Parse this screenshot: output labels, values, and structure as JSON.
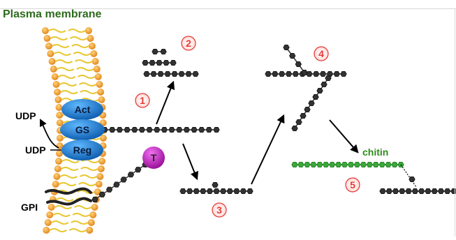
{
  "title": "Plasma membrane",
  "colors": {
    "title": "#2e6b1e",
    "lipid_head": "#f39a2b",
    "lipid_tail": "#e8c832",
    "protein": "#1e7fd8",
    "sugar": "#333333",
    "chitin": "#3aa83a",
    "chitin_label": "#2e8b1e",
    "badge": "#e53935",
    "transferase": "#c020c0"
  },
  "complex": {
    "act_label": "Act",
    "gs_label": "GS",
    "reg_label": "Reg"
  },
  "labels": {
    "udp_top": "UDP",
    "udp_bottom": "UDP",
    "gpi": "GPI",
    "transferase": "T",
    "chitin": "chitin"
  },
  "steps": [
    "1",
    "2",
    "3",
    "4",
    "5"
  ]
}
